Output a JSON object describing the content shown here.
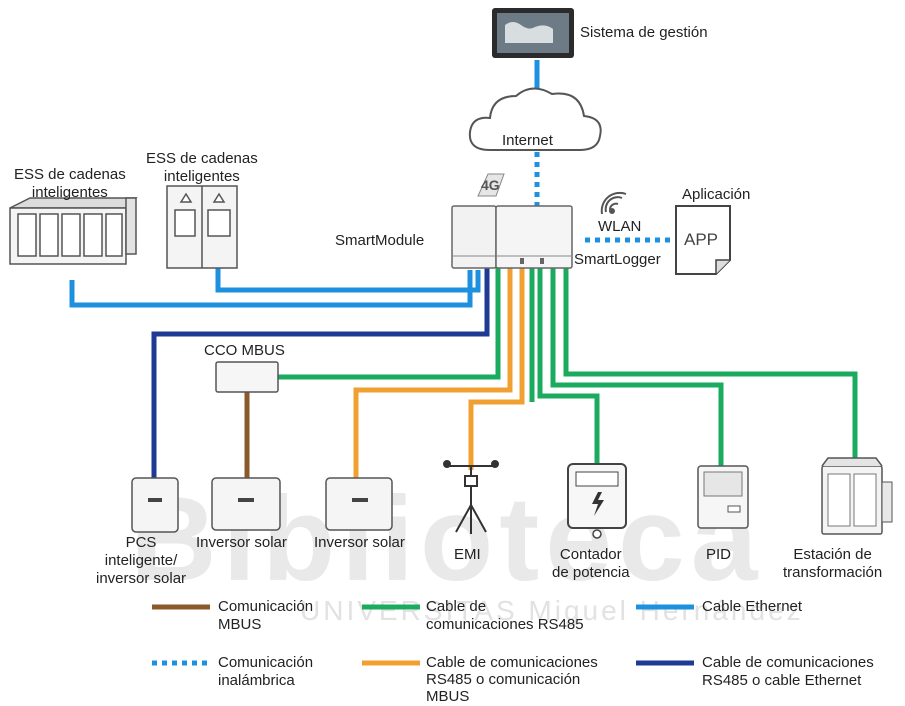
{
  "labels": {
    "management": "Sistema de gestión",
    "internet": "Internet",
    "g4": "4G",
    "wlan": "WLAN",
    "app_title": "Aplicación",
    "app_icon": "APP",
    "ess1": "ESS de cadenas\ninteligentes",
    "ess2": "ESS de cadenas\ninteligentes",
    "smartmodule": "SmartModule",
    "smartlogger": "SmartLogger",
    "cco": "CCO MBUS",
    "pcs": "PCS\ninteligente/\ninversor solar",
    "inv1": "Inversor solar",
    "inv2": "Inversor solar",
    "emi": "EMI",
    "meter": "Contador\nde potencia",
    "pid": "PID",
    "station": "Estación de\ntransformación"
  },
  "legend": [
    {
      "text": "Comunicación\nMBUS",
      "color": "#8B5A2B",
      "style": "solid"
    },
    {
      "text": "Cable de\ncomunicaciones RS485",
      "color": "#1aab5e",
      "style": "solid"
    },
    {
      "text": "Cable Ethernet",
      "color": "#1e90e0",
      "style": "solid"
    },
    {
      "text": "Comunicación\ninalámbrica",
      "color": "#1e90e0",
      "style": "dotted"
    },
    {
      "text": "Cable de comunicaciones\nRS485 o comunicación\nMBUS",
      "color": "#f0a030",
      "style": "solid"
    },
    {
      "text": "Cable de comunicaciones\nRS485 o cable Ethernet",
      "color": "#1f3a93",
      "style": "solid"
    }
  ],
  "watermark": "Biblioteca",
  "watermark_sub": "UNIVERSITAS Miguel Hernández",
  "colors": {
    "mbus": "#8B5A2B",
    "rs485": "#1aab5e",
    "ethernet": "#1e90e0",
    "orange": "#f0a030",
    "navy": "#1f3a93"
  }
}
